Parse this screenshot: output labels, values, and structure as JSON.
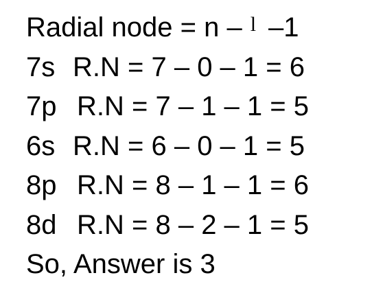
{
  "formula": {
    "label": "Radial node = n –",
    "symbol": "l",
    "tail": "–1"
  },
  "rows": [
    {
      "orbital": "7s",
      "calc": "R.N = 7 – 0 – 1 = 6"
    },
    {
      "orbital": "7p",
      "calc": "R.N = 7 – 1 – 1 = 5"
    },
    {
      "orbital": "6s",
      "calc": "R.N = 6 – 0 – 1 = 5"
    },
    {
      "orbital": "8p",
      "calc": "R.N = 8 – 1 – 1 = 6"
    },
    {
      "orbital": "8d",
      "calc": "R.N = 8 – 2 – 1 = 5"
    }
  ],
  "answer": "So, Answer is 3"
}
